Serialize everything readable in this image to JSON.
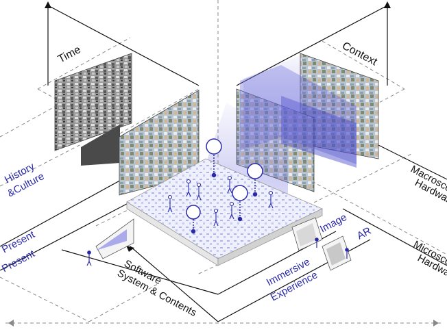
{
  "labels": {
    "time": "Time",
    "context": "Context",
    "history_culture_1": "History",
    "history_culture_2": "&Culture",
    "present_1": "Present",
    "present_2": "Present",
    "macro_1": "Macroscope",
    "macro_2": "Hardware",
    "micro_1": "Microscope",
    "micro_2": "Hardware",
    "image": "Image",
    "ar": "AR",
    "immersive_1": "Immersive",
    "immersive_2": "Experience",
    "software_1": "Software",
    "software_2": "System & Contents"
  },
  "colors": {
    "accent_blue": "#2a2aa8",
    "overlay_blue": "#7a7ae0",
    "line": "#111111",
    "dashed": "#888888"
  },
  "icons": [
    "person-icon",
    "group-marker-icon",
    "projector-cone-icon",
    "image-box-icon",
    "ar-box-icon"
  ]
}
